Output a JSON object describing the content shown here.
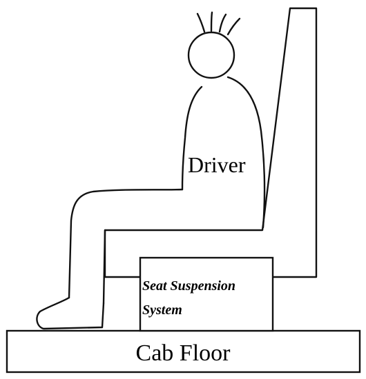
{
  "labels": {
    "driver": "Driver",
    "suspension_line1": "Seat Suspension",
    "suspension_line2": "System",
    "floor": "Cab Floor"
  },
  "colors": {
    "ink": "#111111",
    "background": "#ffffff"
  }
}
